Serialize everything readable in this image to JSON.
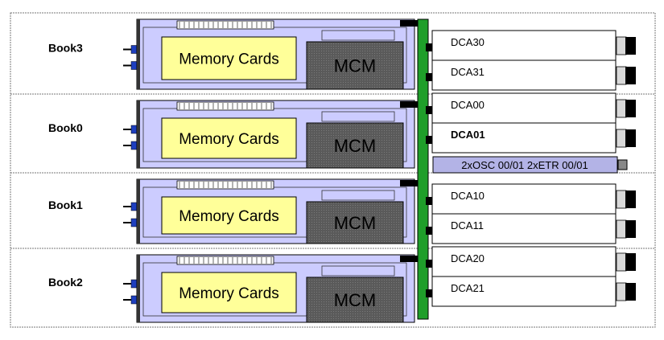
{
  "colors": {
    "book_card": "#ccccff",
    "memory_cards": "#ffff99",
    "mcm": "#595959",
    "backplane": "#1f9e2a",
    "dca_box": "#ffffff",
    "osc_box": "#b3b3e6",
    "connector": "#000000",
    "button": "#1e3fbf"
  },
  "books": [
    {
      "id": "book3",
      "label": "Book3",
      "memory_label": "Memory Cards",
      "mcm_label": "MCM"
    },
    {
      "id": "book0",
      "label": "Book0",
      "memory_label": "Memory Cards",
      "mcm_label": "MCM"
    },
    {
      "id": "book1",
      "label": "Book1",
      "memory_label": "Memory Cards",
      "mcm_label": "MCM"
    },
    {
      "id": "book2",
      "label": "Book2",
      "memory_label": "Memory Cards",
      "mcm_label": "MCM"
    }
  ],
  "dcas": [
    {
      "label": "DCA30",
      "bold": false
    },
    {
      "label": "DCA31",
      "bold": false
    },
    {
      "label": "DCA00",
      "bold": false
    },
    {
      "label": "DCA01",
      "bold": true
    },
    {
      "label": "DCA10",
      "bold": false
    },
    {
      "label": "DCA11",
      "bold": false
    },
    {
      "label": "DCA20",
      "bold": false
    },
    {
      "label": "DCA21",
      "bold": false
    }
  ],
  "osc_card": {
    "label": "2xOSC 00/01 2xETR 00/01"
  }
}
